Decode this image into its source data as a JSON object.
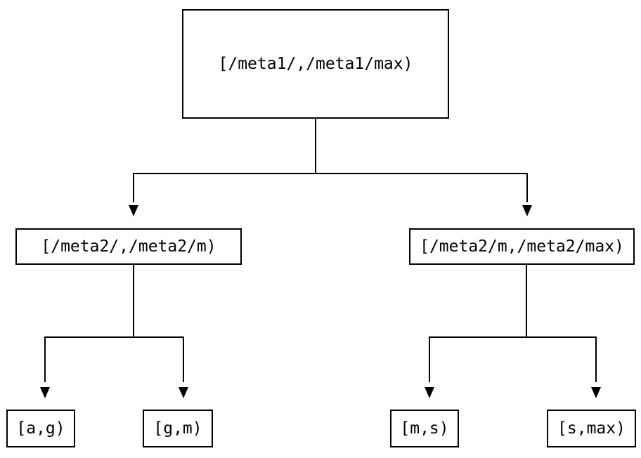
{
  "diagram": {
    "type": "tree",
    "title": "interval-partition-tree",
    "colors": {
      "background": "#ffffff",
      "box_border": "#000000",
      "box_fill": "#ffffff",
      "text": "#000000",
      "line": "#000000"
    },
    "nodes": {
      "root": {
        "label": "[/meta1/,/meta1/max)"
      },
      "left": {
        "label": "[/meta2/,/meta2/m)"
      },
      "right": {
        "label": "[/meta2/m,/meta2/max)"
      },
      "leaf_ag": {
        "label": "[a,g)"
      },
      "leaf_gm": {
        "label": "[g,m)"
      },
      "leaf_ms": {
        "label": "[m,s)"
      },
      "leaf_smax": {
        "label": "[s,max)"
      }
    },
    "edges": [
      {
        "from": "root",
        "to": "left"
      },
      {
        "from": "root",
        "to": "right"
      },
      {
        "from": "left",
        "to": "leaf_ag"
      },
      {
        "from": "left",
        "to": "leaf_gm"
      },
      {
        "from": "right",
        "to": "leaf_ms"
      },
      {
        "from": "right",
        "to": "leaf_smax"
      }
    ]
  }
}
